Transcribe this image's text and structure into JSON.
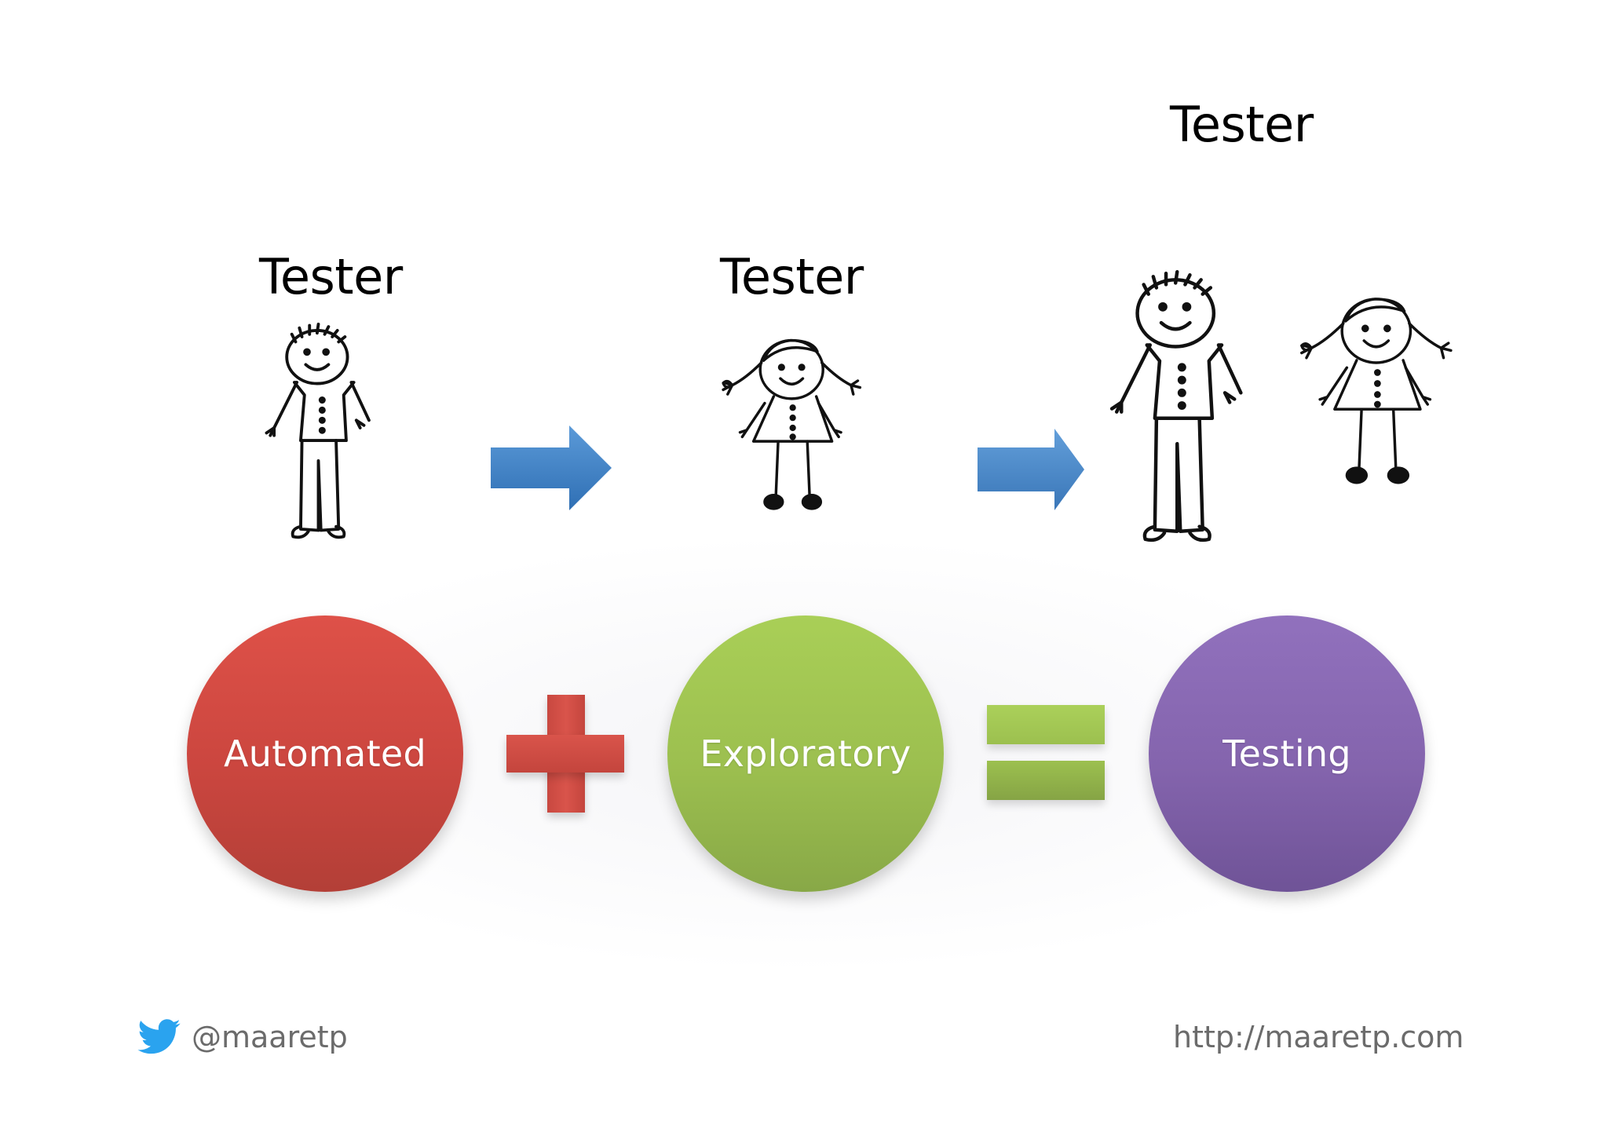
{
  "labels": {
    "tester_1": "Tester",
    "tester_2": "Tester",
    "tester_3": "Tester"
  },
  "circles": {
    "automated": "Automated",
    "exploratory": "Exploratory",
    "testing": "Testing"
  },
  "footer": {
    "twitter_handle": "@maaretp",
    "url": "http://maaretp.com"
  },
  "colors": {
    "automated": "#d24c44",
    "exploratory": "#9fc252",
    "testing": "#8567ad",
    "arrow": "#3b7fc4",
    "twitter": "#2aa3ef",
    "footer_text": "#6b6b6b"
  },
  "icons": {
    "flow_arrow": "right-arrow-icon",
    "twitter": "twitter-bird-icon"
  }
}
